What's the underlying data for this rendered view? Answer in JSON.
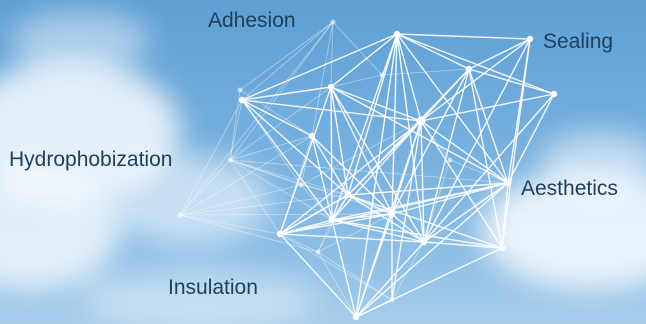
{
  "labels": {
    "adhesion": "Adhesion",
    "sealing": "Sealing",
    "hydrophobization": "Hydrophobization",
    "aesthetics": "Aesthetics",
    "insulation": "Insulation"
  },
  "colors": {
    "sky_top": "#5f9fd4",
    "sky_bottom": "#a7cdea",
    "cloud": "#ffffff",
    "network_line": "#ffffff",
    "label_text": "#1f3f5c"
  }
}
